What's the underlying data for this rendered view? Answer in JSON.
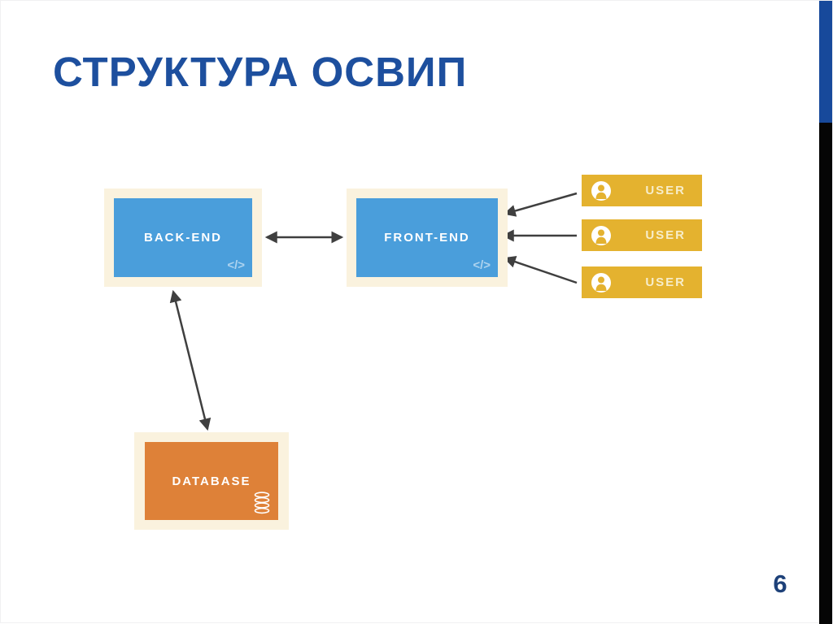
{
  "slide": {
    "title": "СТРУКТУРА ОСВИП",
    "page_number": "6"
  },
  "diagram": {
    "nodes": {
      "backend": {
        "label": "BACK-END",
        "color": "#4A9EDB",
        "icon": "code-icon"
      },
      "frontend": {
        "label": "FRONT-END",
        "color": "#4A9EDB",
        "icon": "code-icon"
      },
      "database": {
        "label": "DATABASE",
        "color": "#DE8138",
        "icon": "database-icon"
      },
      "users": [
        {
          "label": "USER",
          "icon": "user-icon"
        },
        {
          "label": "USER",
          "icon": "user-icon"
        },
        {
          "label": "USER",
          "icon": "user-icon"
        }
      ]
    },
    "code_icon_glyph": "</>",
    "edges": [
      {
        "from": "backend",
        "to": "frontend",
        "bidirectional": true
      },
      {
        "from": "backend",
        "to": "database",
        "bidirectional": true
      },
      {
        "from": "user-1",
        "to": "frontend",
        "bidirectional": false
      },
      {
        "from": "user-2",
        "to": "frontend",
        "bidirectional": false
      },
      {
        "from": "user-3",
        "to": "frontend",
        "bidirectional": false
      }
    ]
  },
  "colors": {
    "title": "#1D4F9E",
    "node_blue": "#4A9EDB",
    "node_orange": "#DE8138",
    "user_gold": "#E4B22F",
    "frame_cream": "#FAF2DE",
    "arrow": "#3F3F3F",
    "strip_blue": "#17499B",
    "strip_black": "#050505"
  }
}
